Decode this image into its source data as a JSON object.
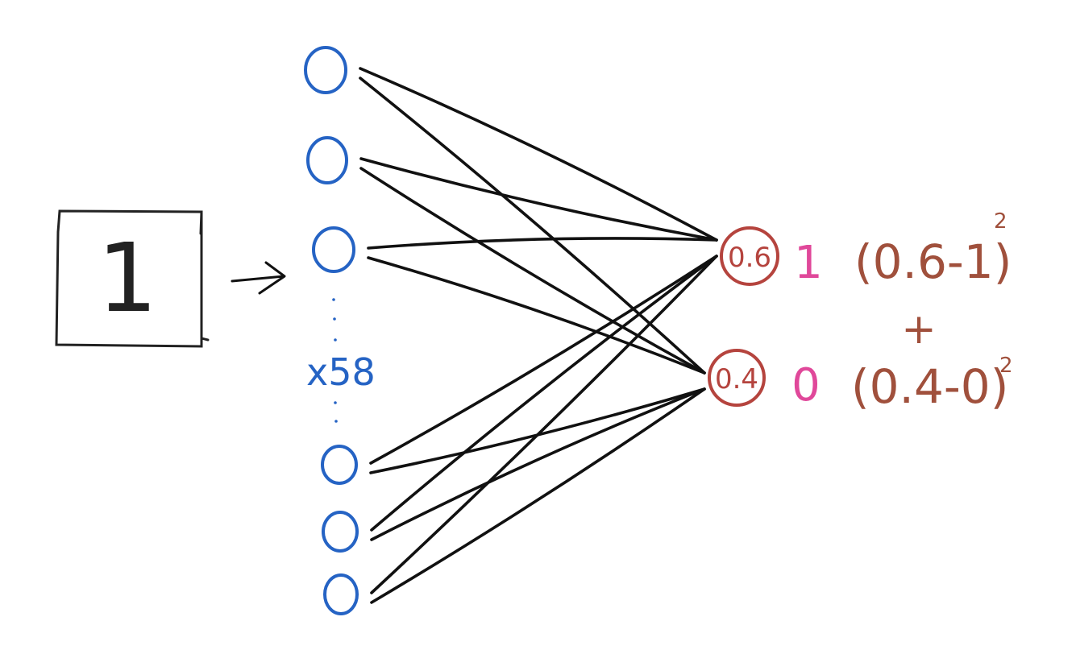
{
  "input": {
    "digit": "1"
  },
  "hidden_layer": {
    "count_label": "x58"
  },
  "outputs": [
    {
      "value": "0.6",
      "target": "1",
      "loss_term": "(0.6-1)",
      "exponent": "2"
    },
    {
      "value": "0.4",
      "target": "0",
      "loss_term": "(0.4-0)",
      "exponent": "2"
    }
  ],
  "loss": {
    "operator": "+"
  },
  "colors": {
    "neuron": "#2563c4",
    "connection": "#111111",
    "output": "#b5443e",
    "target": "#e0489a",
    "loss": "#a0503c",
    "box": "#222222"
  }
}
